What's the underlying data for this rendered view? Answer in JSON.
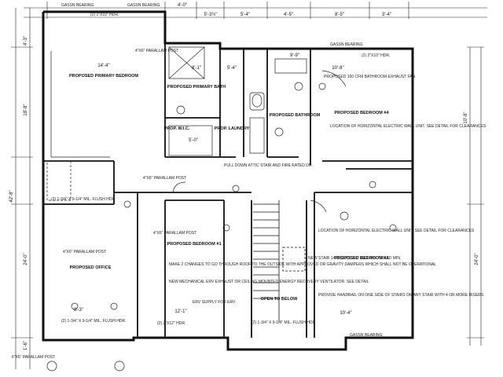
{
  "dimensions_top": [
    {
      "text": "4'-0\""
    },
    {
      "text": "5'-3½\""
    },
    {
      "text": "5'-4\""
    },
    {
      "text": "4'-5\""
    },
    {
      "text": "8'-5\""
    },
    {
      "text": "3'-4\""
    }
  ],
  "dimensions_left": [
    {
      "text": "4'-3\""
    },
    {
      "text": "18'-8\""
    },
    {
      "text": "42'-8\""
    },
    {
      "text": "24'-0\""
    },
    {
      "text": "1'-6\""
    }
  ],
  "dimensions_right": [
    {
      "text": "24'-0\""
    },
    {
      "text": "10'-8\""
    }
  ],
  "rooms": [
    {
      "id": "primary-bedroom",
      "name": "PROPOSED PRIMARY BEDROOM",
      "size": "14'-4\""
    },
    {
      "id": "primary-bath",
      "name": "PROPOSED PRIMARY BATH",
      "size": "8'-1\""
    },
    {
      "id": "bathroom",
      "name": "PROPOSED BATHROOM",
      "size": "9'-9\""
    },
    {
      "id": "bedroom-4",
      "name": "PROPOSED BEDROOM #4",
      "size": "10'-8\""
    },
    {
      "id": "laundry",
      "name": "PROP. LAUNDRY",
      "size": "5'-4\""
    },
    {
      "id": "closet",
      "name": "PROP. W.I.C.",
      "size": "5'-0\""
    },
    {
      "id": "office",
      "name": "PROPOSED OFFICE",
      "size": "8'-3\""
    },
    {
      "id": "bedroom-1",
      "name": "PROPOSED BEDROOM #1",
      "size": "12'-1\""
    },
    {
      "id": "bedroom-2",
      "name": "PROPOSED BEDROOM #2",
      "size": "10'-4\""
    },
    {
      "id": "open-below",
      "name": "OPEN TO BELOW",
      "size": ""
    }
  ],
  "notes": [
    {
      "id": "attic",
      "text": "PULL DOWN ATTIC STAIR AND FIRE RATED DR."
    },
    {
      "id": "header-top",
      "text": "(2) 2\"X10\" HDR."
    },
    {
      "id": "header-bottom",
      "text": "(2) 2\"X12\" HDR."
    },
    {
      "id": "header-rear",
      "text": "(2) 2\"X10\" HDR."
    },
    {
      "id": "exhaust",
      "text": "PROPOSED 100 CFM BATHROOM EXHAUST FAN"
    },
    {
      "id": "location-1",
      "text": "LOCATION OF HORIZONTAL ELECTRIC WALL UNIT. SEE DETAIL FOR CLEARANCES"
    },
    {
      "id": "location-2",
      "text": "LOCATION OF HORIZONTAL ELECTRIC WALL UNIT. SEE DETAIL FOR CLEARANCES"
    },
    {
      "id": "new-stair",
      "text": "NEW STAIR 14 RISERS 7¾\" MAX. 9¾\" TREAD MIN."
    },
    {
      "id": "handrail",
      "text": "PROVIDE HANDRAIL ON ONE SIDE OF STAIRS OR ANY STAIR WITH 4 OR MORE RISERS"
    },
    {
      "id": "chimney",
      "text": "MAKE 2 CHANGES TO GO THROUGH ROOF TO THE OUTSIDE WITH APPROVED OR GRAVITY DAMPERS WHICH SHALL NOT BE OPERATIONAL"
    },
    {
      "id": "hrv",
      "text": "NEW MECHANICAL ERV EXHAUST OR CEILING MOUNTED ENERGY RECOVERY VENTILATOR. SEE DETAIL"
    },
    {
      "id": "erv-supply",
      "text": "ERV SUPPLY FOR ERV"
    },
    {
      "id": "lvl-1",
      "text": "(2) 1-3/4\" X 9-1/4\" MIL. FLUSH HDR."
    },
    {
      "id": "lvl-2",
      "text": "(2) 1-3/4\" X 9-1/4\" MIL. FLUSH HDR."
    },
    {
      "id": "lvl-3",
      "text": "(2) 1-3/4\" X 9-1/4\" MIL. FLUSH HDR."
    },
    {
      "id": "post-1",
      "text": "4\"X6\" PARALLAM POST"
    },
    {
      "id": "post-2",
      "text": "4\"X6\" PARALLAM POST"
    },
    {
      "id": "post-3",
      "text": "4\"X6\" PARALLAM POST"
    },
    {
      "id": "post-4",
      "text": "4\"X6\" PARALLAM POST"
    },
    {
      "id": "post-5",
      "text": "6\"X6\" PARALLAM POST"
    }
  ],
  "corner_labels": [
    {
      "text": "GASSN BEARING"
    },
    {
      "text": "GASSN BEARING"
    },
    {
      "text": "GASSN BEARING"
    },
    {
      "text": "GASSN BEARING"
    }
  ]
}
